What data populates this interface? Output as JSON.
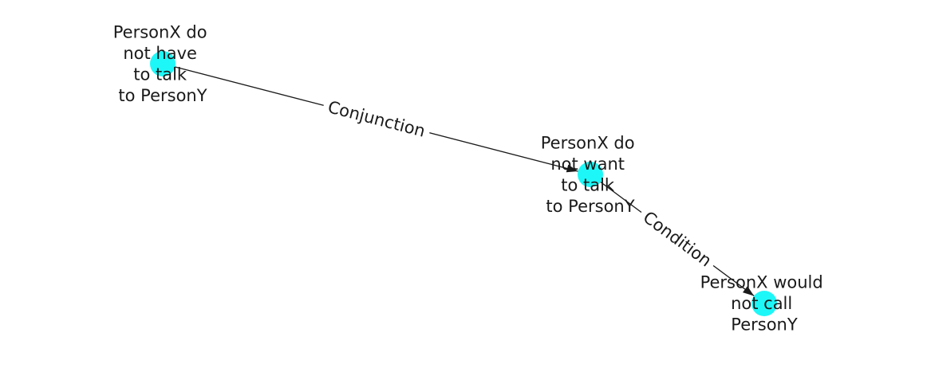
{
  "graph": {
    "node_color": "#1ef7f7",
    "edge_color": "#1a1a1a",
    "nodes": [
      {
        "id": "n1",
        "lines": [
          "PersonX do",
          "not have",
          "to talk",
          "to PersonY"
        ]
      },
      {
        "id": "n2",
        "lines": [
          "PersonX do",
          "not want",
          "to talk",
          "to PersonY"
        ]
      },
      {
        "id": "n3",
        "lines": [
          "PersonX would",
          "not call",
          "PersonY"
        ]
      }
    ],
    "edges": [
      {
        "id": "e1",
        "source": "n1",
        "target": "n2",
        "label": "Conjunction"
      },
      {
        "id": "e2",
        "source": "n2",
        "target": "n3",
        "label": "Condition"
      }
    ]
  }
}
